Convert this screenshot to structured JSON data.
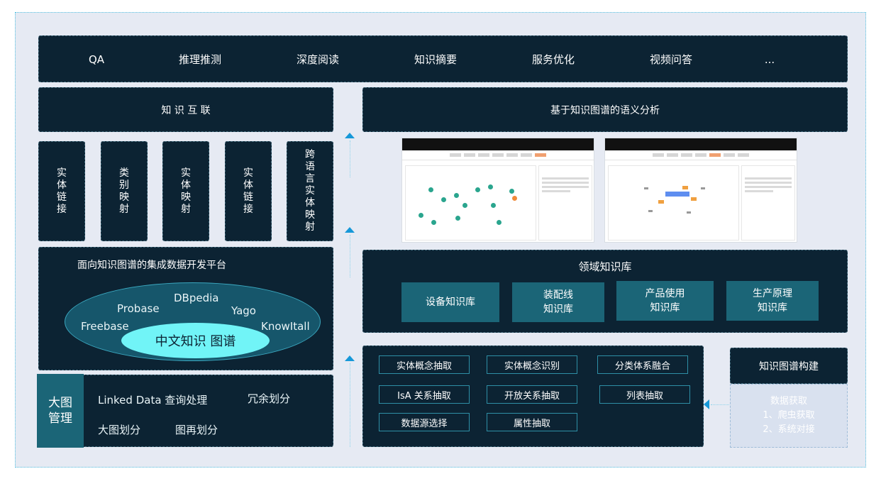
{
  "top_bar": {
    "items": [
      "QA",
      "推理推测",
      "深度阅读",
      "知识摘要",
      "服务优化",
      "视频问答",
      "..."
    ]
  },
  "left": {
    "knowledge_interconnect": "知 识 互 联",
    "vertical_boxes": [
      "实体链接",
      "类别映射",
      "实体映射",
      "实体链接",
      "跨语言实体映射"
    ],
    "platform_title": "面向知识图谱的集成数据开发平台",
    "sources": {
      "dbpedia": "DBpedia",
      "probase": "Probase",
      "yago": "Yago",
      "freebase": "Freebase",
      "knowitall": "KnowItall",
      "core": "中文知识 图谱"
    },
    "big_graph": {
      "title": "大图管理",
      "items": [
        "Linked Data 查询处理",
        "冗余划分",
        "大图划分",
        "图再划分"
      ]
    }
  },
  "right": {
    "semantic_title": "基于知识图谱的语义分析",
    "domain_title": "领域知识库",
    "domain_kbs": [
      "设备知识库",
      "装配线\n知识库",
      "产品使用\n知识库",
      "生产原理\n知识库"
    ],
    "extraction_items": [
      "实体概念抽取",
      "实体概念识别",
      "分类体系融合",
      "IsA 关系抽取",
      "开放关系抽取",
      "列表抽取",
      "数据源选择",
      "属性抽取"
    ],
    "kg_build": "知识图谱构建",
    "data_acquisition": [
      "数据获取",
      "1、爬虫获取",
      "2、系统对接"
    ]
  },
  "colors": {
    "dark_box": "#0c2333",
    "teal_button": "#1b6577",
    "cyan_core": "#71f4f7",
    "arrow_blue": "#1698d8",
    "background": "#e6eaf3"
  }
}
